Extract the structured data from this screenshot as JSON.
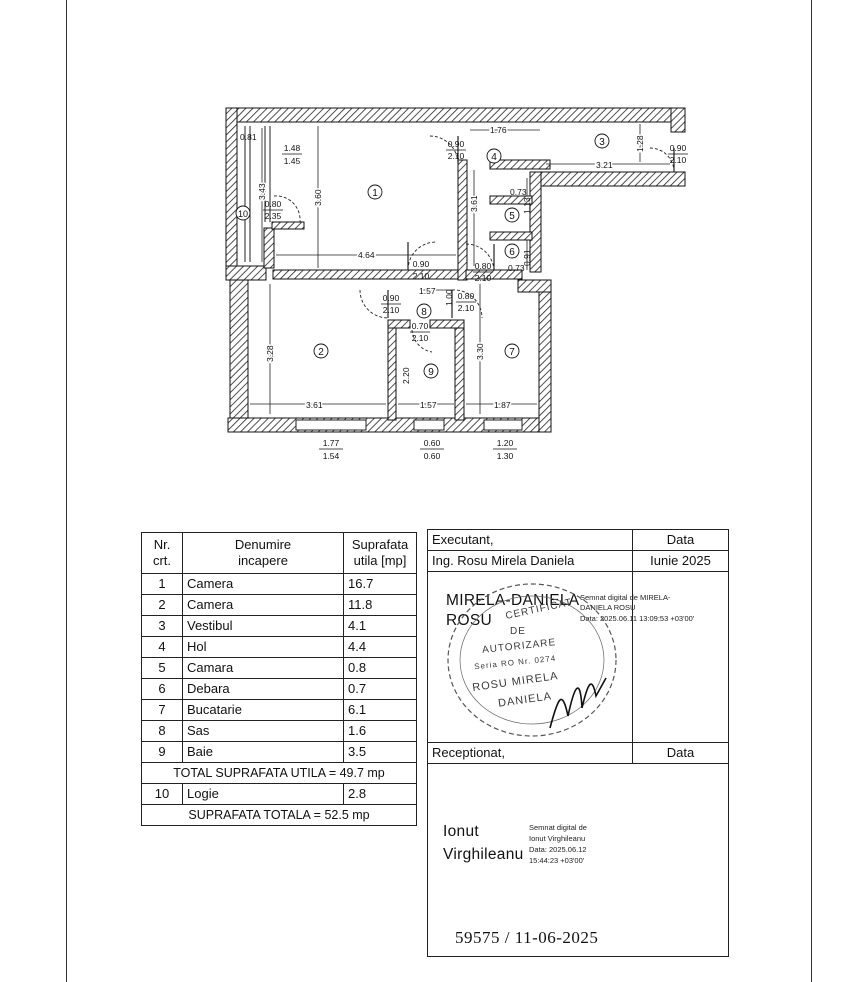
{
  "floor_plan": {
    "room_numbers": [
      "1",
      "2",
      "3",
      "4",
      "5",
      "6",
      "7",
      "8",
      "9",
      "10"
    ],
    "dimension_labels": {
      "r1_width": "4.64",
      "r1_height": "3.60",
      "r2_width": "3.61",
      "r2_height": "3.28",
      "r3_width": "3.21",
      "r3_height": "1.28",
      "r4_width": "1.76",
      "r4_height": "3.61",
      "r5_width": "0.73",
      "r5_height": "1.13",
      "r6_width": "0.73",
      "r6_height": "0.91",
      "r7_width": "1.87",
      "r7_height": "3.30",
      "r8_width": "1.57",
      "r8_height": "1.00",
      "r9_width": "1.57",
      "r9_height": "2.20",
      "r10_width": "0.81",
      "r10_height": "3.43"
    },
    "openings": {
      "win_top_left_1": "1.48",
      "win_top_left_2": "1.45",
      "door_10_1": "0.80",
      "door_10_2": "2.35",
      "door_4_1": "0.90",
      "door_4_2": "2.10",
      "door_3_1": "0.90",
      "door_3_2": "2.10",
      "door_1_1": "0.90",
      "door_1_2": "2.10",
      "door_6_1": "0.80",
      "door_6_2": "2.10",
      "door_2_1": "0.90",
      "door_2_2": "2.10",
      "door_7_1": "0.80",
      "door_7_2": "2.10",
      "door_9_1": "0.70",
      "door_9_2": "2.10",
      "win_b1_1": "1.77",
      "win_b1_2": "1.54",
      "win_b2_1": "0.60",
      "win_b2_2": "0.60",
      "win_b3_1": "1.20",
      "win_b3_2": "1.30"
    }
  },
  "rooms_table": {
    "headers": {
      "nr_1": "Nr.",
      "nr_2": "crt.",
      "name_1": "Denumire",
      "name_2": "incapere",
      "area_1": "Suprafata",
      "area_2": "utila [mp]"
    },
    "rows": [
      {
        "nr": "1",
        "name": "Camera",
        "area": "16.7"
      },
      {
        "nr": "2",
        "name": "Camera",
        "area": "11.8"
      },
      {
        "nr": "3",
        "name": "Vestibul",
        "area": "4.1"
      },
      {
        "nr": "4",
        "name": "Hol",
        "area": "4.4"
      },
      {
        "nr": "5",
        "name": "Camara",
        "area": "0.8"
      },
      {
        "nr": "6",
        "name": "Debara",
        "area": "0.7"
      },
      {
        "nr": "7",
        "name": "Bucatarie",
        "area": "6.1"
      },
      {
        "nr": "8",
        "name": "Sas",
        "area": "1.6"
      },
      {
        "nr": "9",
        "name": "Baie",
        "area": "3.5"
      }
    ],
    "total_useful": "TOTAL SUPRAFATA UTILA = 49.7 mp",
    "extra_row": {
      "nr": "10",
      "name": "Logie",
      "area": "2.8"
    },
    "total_area": "SUPRAFATA TOTALA = 52.5 mp"
  },
  "certification": {
    "executant_label": "Executant,",
    "data_label": "Data",
    "executant_name": "Ing. Rosu Mirela Daniela",
    "executant_date": "Iunie 2025",
    "signer_name_1": "MIRELA-DANIELA",
    "signer_name_2": "ROSU",
    "digital_signature_1": "Semnat digital de MIRELA-",
    "digital_signature_2": "DANIELA ROSU",
    "digital_signature_3": "Data: 2025.06.11 13:09:53 +03'00'",
    "stamp": {
      "line_1": "CERTIFICAT",
      "line_2": "DE",
      "line_3": "AUTORIZARE",
      "line_4": "Seria RO Nr. 0274",
      "line_5": "ROSU MIRELA",
      "line_6": "DANIELA"
    },
    "receptionat_label": "Receptionat,",
    "receptionat_data_label": "Data",
    "receiver_name_1": "Ionut",
    "receiver_name_2": "Virghileanu",
    "receiver_signature_1": "Semnat digital de",
    "receiver_signature_2": "Ionut Virghileanu",
    "receiver_signature_3": "Data: 2025.06.12",
    "receiver_signature_4": "15:44:23 +03'00'"
  },
  "registration_number": "59575 / 11-06-2025"
}
